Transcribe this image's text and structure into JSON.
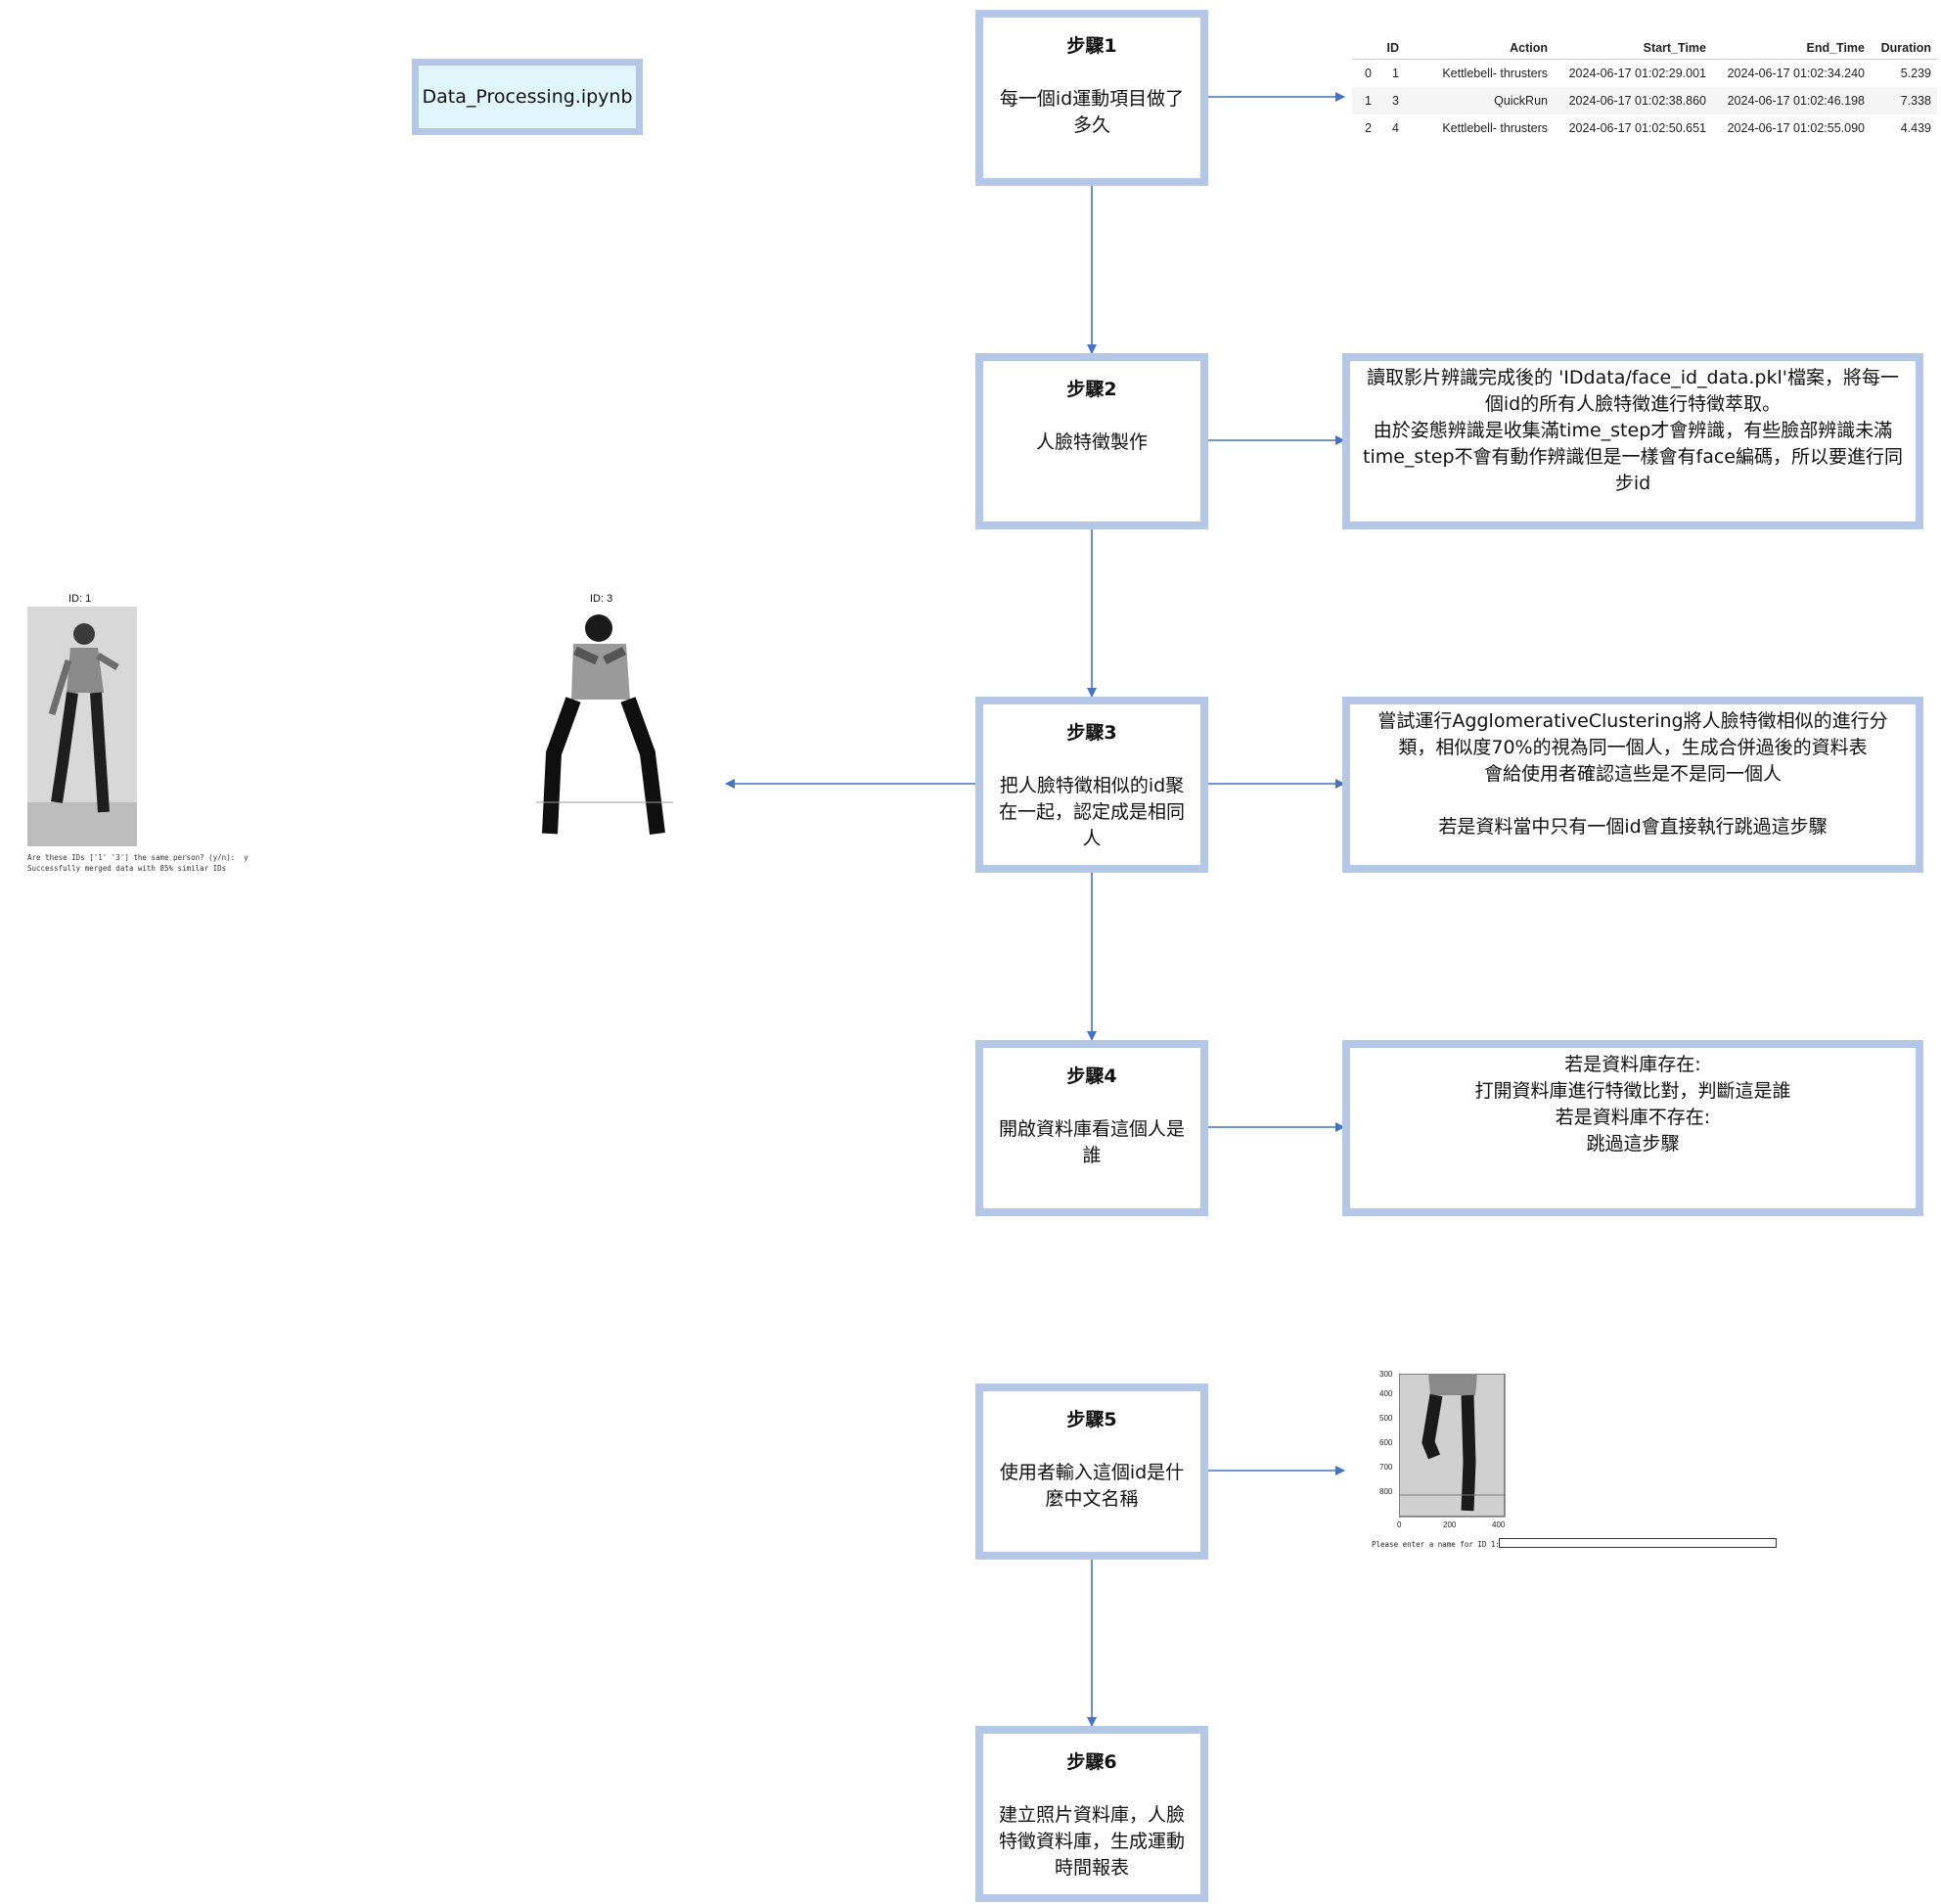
{
  "notebook": {
    "filename": "Data_Processing.ipynb"
  },
  "steps": [
    {
      "title": "步驟1",
      "text": "每一個id運動項目做了多久"
    },
    {
      "title": "步驟2",
      "text": "人臉特徵製作"
    },
    {
      "title": "步驟3",
      "text": "把人臉特徵相似的id聚在一起，認定成是相同人"
    },
    {
      "title": "步驟4",
      "text": "開啟資料庫看這個人是誰"
    },
    {
      "title": "步驟5",
      "text": "使用者輸入這個id是什麼中文名稱"
    },
    {
      "title": "步驟6",
      "text": "建立照片資料庫，人臉特徵資料庫，生成運動時間報表"
    }
  ],
  "descriptions": {
    "step2": [
      "讀取影片辨識完成後的 'IDdata/face_id_data.pkl'檔案，將每一個id的所有人臉特徵進行特徵萃取。",
      "由於姿態辨識是收集滿time_step才會辨識，有些臉部辨識未滿time_step不會有動作辨識但是一樣會有face編碼，所以要進行同步id"
    ],
    "step3": [
      "嘗試運行AgglomerativeClustering將人臉特徵相似的進行分類，相似度70%的視為同一個人，生成合併過後的資料表",
      "會給使用者確認這些是不是同一個人",
      "",
      "若是資料當中只有一個id會直接執行跳過這步驟"
    ],
    "step4": [
      "若是資料庫存在:",
      "打開資料庫進行特徵比對，判斷這是誰",
      "若是資料庫不存在:",
      "跳過這步驟"
    ]
  },
  "table": {
    "headers": [
      "",
      "ID",
      "Action",
      "Start_Time",
      "End_Time",
      "Duration"
    ],
    "rows": [
      [
        "0",
        "1",
        "Kettlebell- thrusters",
        "2024-06-17 01:02:29.001",
        "2024-06-17 01:02:34.240",
        "5.239"
      ],
      [
        "1",
        "3",
        "QuickRun",
        "2024-06-17 01:02:38.860",
        "2024-06-17 01:02:46.198",
        "7.338"
      ],
      [
        "2",
        "4",
        "Kettlebell- thrusters",
        "2024-06-17 01:02:50.651",
        "2024-06-17 01:02:55.090",
        "4.439"
      ]
    ]
  },
  "merge_preview": {
    "labels": [
      "ID: 1",
      "ID: 3"
    ],
    "console": [
      "Are these IDs ['1' '3'] the same person? (y/n):  y",
      "Successfully merged data with 85% similar IDs"
    ]
  },
  "name_prompt": {
    "y_ticks": [
      "300",
      "400",
      "500",
      "600",
      "700",
      "800"
    ],
    "x_ticks": [
      "0",
      "200",
      "400"
    ],
    "prompt": "Please enter a name for ID 1:",
    "value": ""
  },
  "colors": {
    "box_border": "#b4c7e7",
    "arrow": "#4472c4",
    "file_fill": "#e1f5fd"
  }
}
